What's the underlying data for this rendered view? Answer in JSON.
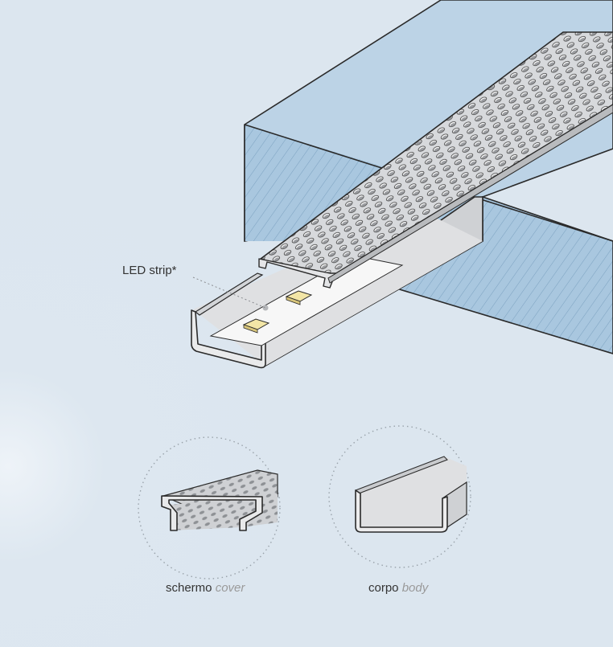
{
  "labels": {
    "led_strip": "LED strip*",
    "cover_it": "schermo",
    "cover_en": "cover",
    "body_it": "corpo",
    "body_en": "body"
  },
  "colors": {
    "background": "#dce6ef",
    "surface_top": "#bcd3e6",
    "surface_side": "#a8c6de",
    "profile_light": "#e6e7e9",
    "profile_mid": "#cfd1d4",
    "profile_dark": "#b7b9bc",
    "outline": "#2a2a2a",
    "led_chip": "#f3e6a6"
  }
}
